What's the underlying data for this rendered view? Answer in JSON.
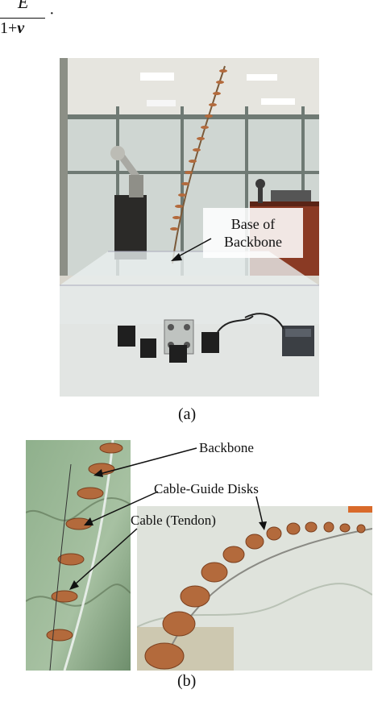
{
  "formula": {
    "numerator": "E",
    "denominator_prefix": "1+",
    "denominator_symbol": "ν",
    "trailing": "·"
  },
  "figure_a": {
    "caption": "(a)",
    "annotation_line1": "Base of",
    "annotation_line2": "Backbone"
  },
  "figure_b": {
    "caption": "(b)",
    "labels": {
      "backbone": "Backbone",
      "cable_guide_disks": "Cable-Guide Disks",
      "cable": "Cable (Tendon)"
    }
  },
  "colors": {
    "disk": "#b36a3c",
    "disk_dark": "#7a3f1e",
    "cabinet": "#8a3a24",
    "water_green": "#8fb08c"
  }
}
